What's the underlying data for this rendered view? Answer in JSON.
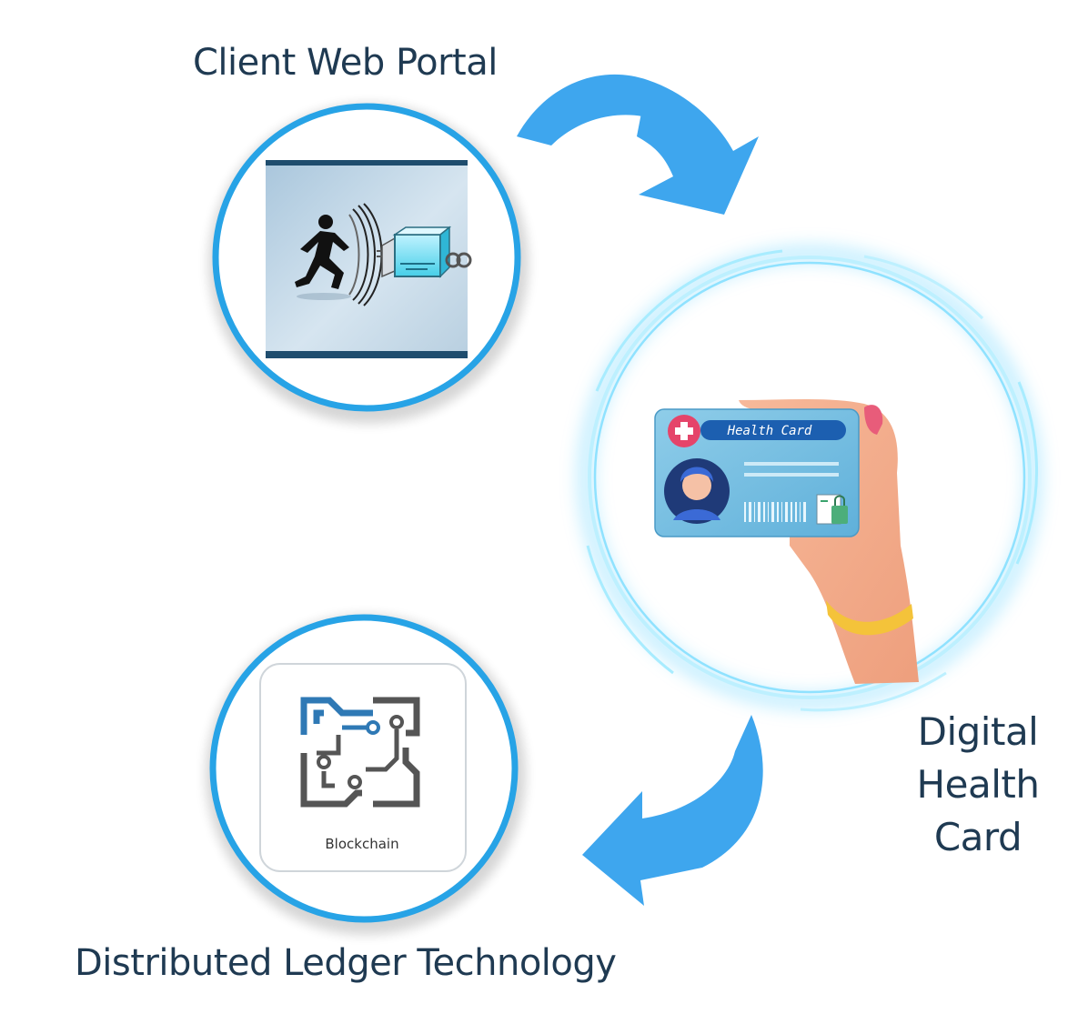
{
  "nodes": {
    "portal": {
      "label": "Client Web Portal"
    },
    "card": {
      "label_lines": [
        "Digital",
        "Health",
        "Card"
      ],
      "card_title": "Health Card"
    },
    "ledger": {
      "label": "Distributed Ledger Technology",
      "tile_caption": "Blockchain"
    }
  },
  "icons": [
    "runner-icon",
    "shield-icon",
    "chain-block-icon",
    "health-card-icon",
    "hand-icon",
    "blockchain-circuit-icon"
  ],
  "colors": {
    "ring": "#27a3e6",
    "arrow": "#3ea6ee",
    "text": "#1f3a52",
    "glow": "#6fd6ff"
  }
}
